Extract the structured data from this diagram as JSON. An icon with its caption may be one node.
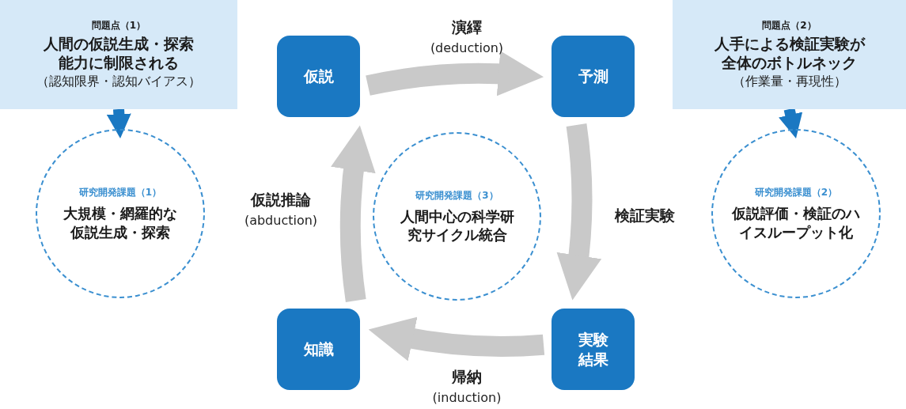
{
  "diagram": {
    "nodes": [
      {
        "text": [
          "問題点（1）",
          "人間の仮説生成・探索能力に制限される",
          "（認知限界・認知バイアス）"
        ]
      },
      {
        "text": [
          "研究開発課題（1）",
          "大規模・網羅的な仮説生成・探索"
        ]
      },
      {
        "text": [
          "仮説"
        ]
      },
      {
        "text": [
          "予測"
        ]
      },
      {
        "text": [
          "研究開発課題（3）",
          "人間中心の科学研究サイクル統合"
        ]
      },
      {
        "text": [
          "知識"
        ]
      },
      {
        "text": [
          "実験結果"
        ]
      },
      {
        "text": [
          "問題点（2）",
          "人手による検証実験が全体のボトルネック",
          "（作業量・再現性）"
        ]
      },
      {
        "text": [
          "研究開発課題（2）",
          "仮説評価・検証のハイスループット化"
        ]
      }
    ],
    "edges": [
      {
        "from": 0,
        "to": 1,
        "arrow": "to",
        "color": "#1a78c2"
      },
      {
        "from": 2,
        "to": 3,
        "arrow": "to",
        "label": "**演繹** (deduction)"
      },
      {
        "from": 3,
        "to": 6,
        "arrow": "to",
        "label": "検証実験"
      },
      {
        "from": 6,
        "to": 5,
        "arrow": "to",
        "label": "**帰納** (induction)"
      },
      {
        "from": 5,
        "to": 2,
        "arrow": "to",
        "label": "**仮説推論** (abduction)"
      },
      {
        "from": 7,
        "to": 8,
        "arrow": "to",
        "color": "#1a78c2"
      }
    ]
  }
}
